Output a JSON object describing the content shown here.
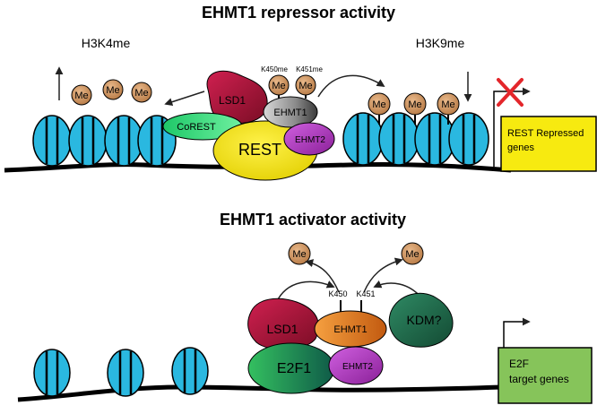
{
  "top_panel": {
    "title": "EHMT1 repressor activity",
    "mark_left": "H3K4me",
    "mark_right": "H3K9me",
    "methyl_label": "Me",
    "site_k450": "K450me",
    "site_k451": "K451me",
    "proteins": {
      "lsd1": "LSD1",
      "corest": "CoREST",
      "ehmt1": "EHMT1",
      "rest": "REST",
      "ehmt2": "EHMT2"
    },
    "target_box": "REST Repressed genes"
  },
  "bottom_panel": {
    "title": "EHMT1 activator activity",
    "methyl_label": "Me",
    "site_k450": "K450",
    "site_k451": "K451",
    "proteins": {
      "lsd1": "LSD1",
      "ehmt1": "EHMT1",
      "kdm": "KDM?",
      "e2f1": "E2F1",
      "ehmt2": "EHMT2"
    },
    "target_box_line1": "E2F",
    "target_box_line2": "target genes"
  },
  "colors": {
    "nucleosome": "#2ab8e0",
    "me_circle": "#cf9460",
    "lsd1": "#b0153a",
    "corest": "#2ee07a",
    "ehmt1_top": "#7a7a7a",
    "rest": "#f0e21a",
    "ehmt2": "#b33fc0",
    "ehmt1_bottom": "#e0781a",
    "kdm": "#1f6e4e",
    "e2f1": "#1e8f5a",
    "box_yellow": "#f7ea10",
    "box_green": "#86c45a",
    "cross": "#e3262b"
  }
}
